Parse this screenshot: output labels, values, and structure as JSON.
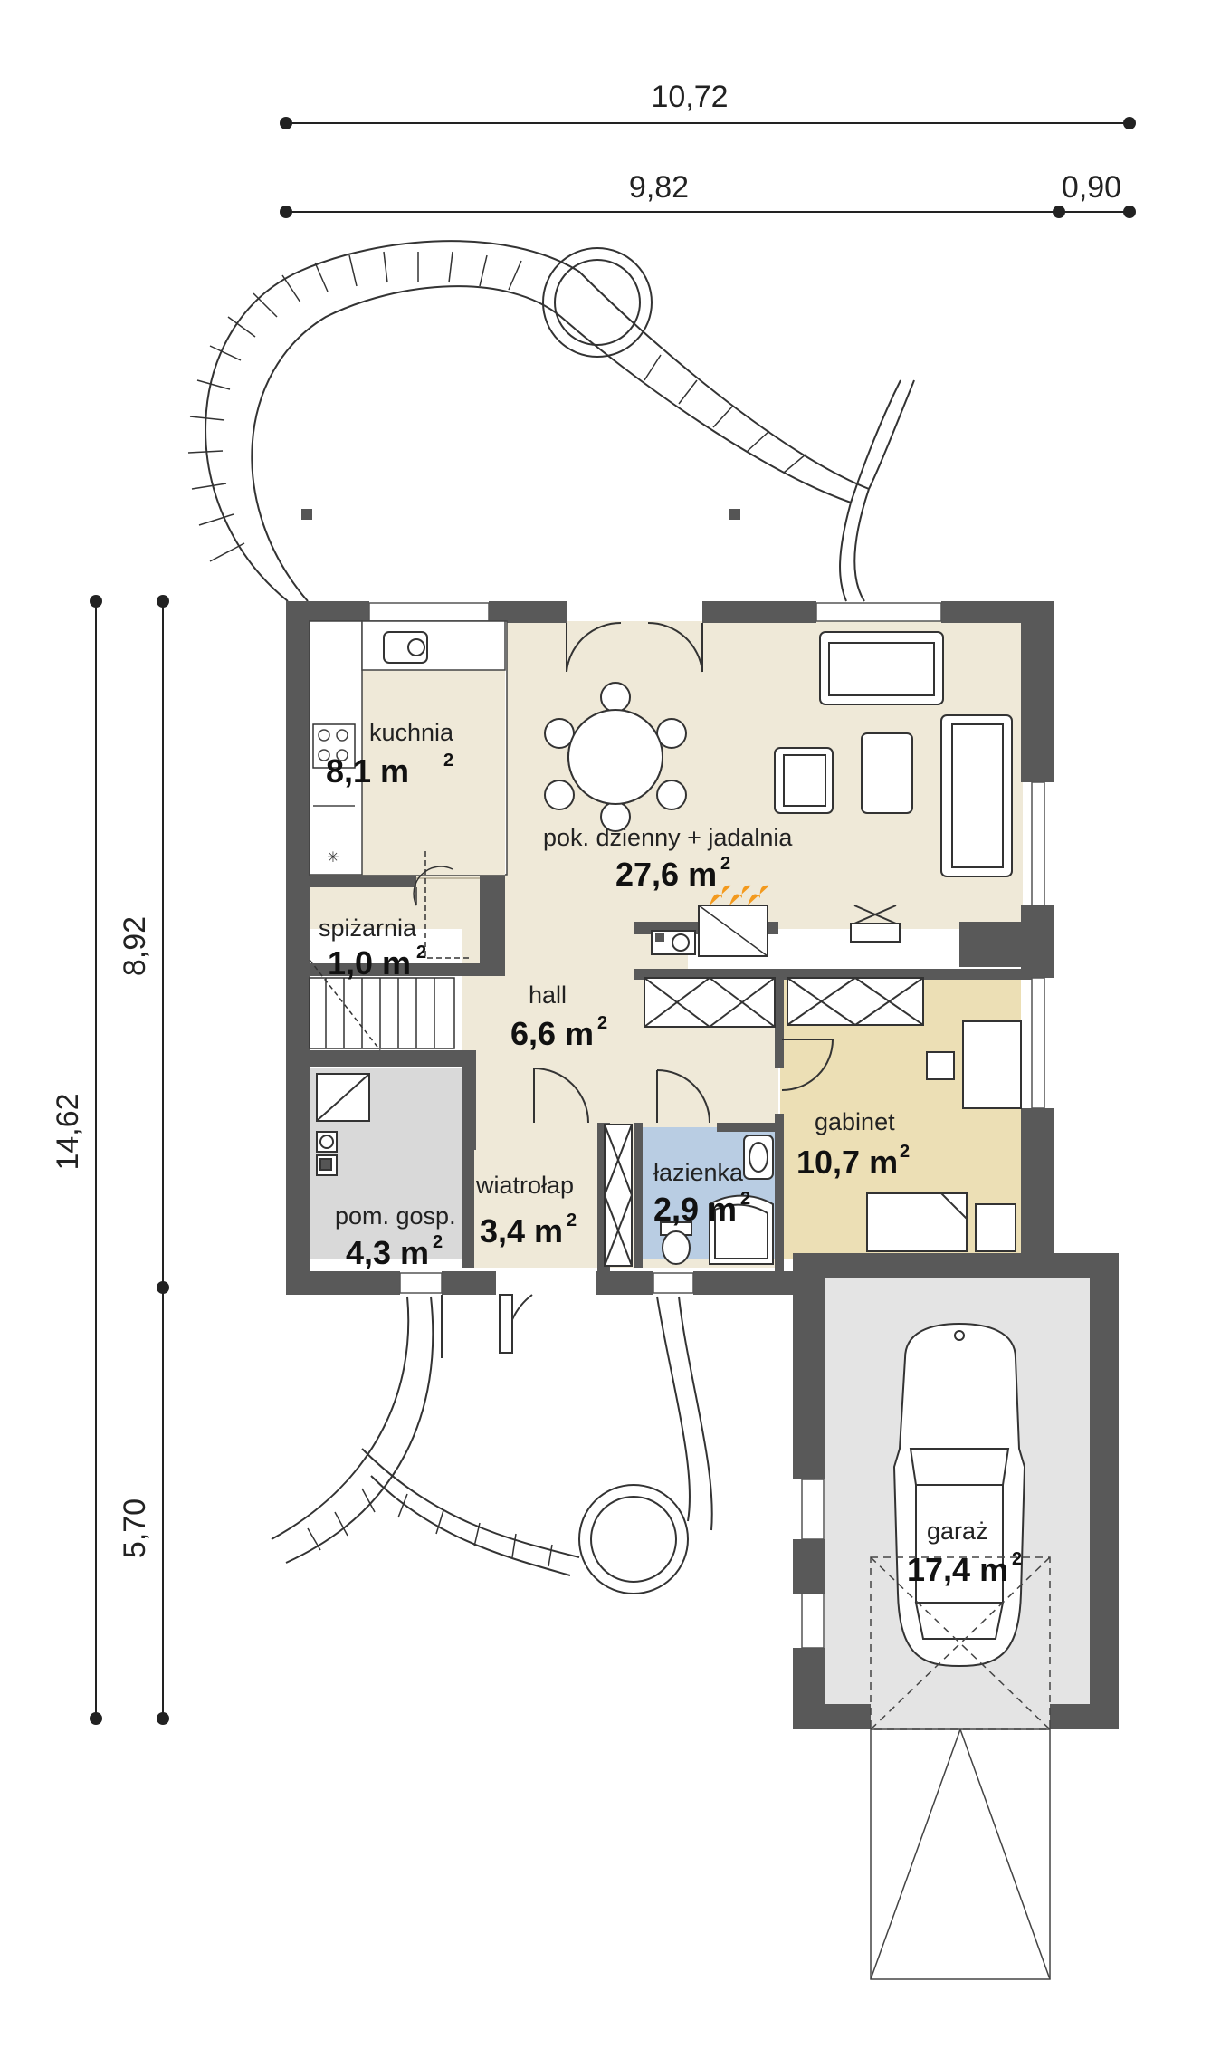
{
  "dimensions": {
    "top_total": "10,72",
    "top_main": "9,82",
    "top_side": "0,90",
    "left_total": "14,62",
    "left_upper": "8,92",
    "left_lower": "5,70"
  },
  "rooms": {
    "kitchen": {
      "name": "kuchnia",
      "area": "8,1 m",
      "sup": "2"
    },
    "living": {
      "name": "pok. dzienny + jadalnia",
      "area": "27,6 m",
      "sup": "2"
    },
    "pantry": {
      "name": "spiżarnia",
      "area": "1,0 m",
      "sup": "2"
    },
    "hall": {
      "name": "hall",
      "area": "6,6 m",
      "sup": "2"
    },
    "utility": {
      "name": "pom. gosp.",
      "area": "4,3 m",
      "sup": "2"
    },
    "vestibule": {
      "name": "wiatrołap",
      "area": "3,4 m",
      "sup": "2"
    },
    "bathroom": {
      "name": "łazienka",
      "area": "2,9 m",
      "sup": "2"
    },
    "office": {
      "name": "gabinet",
      "area": "10,7 m",
      "sup": "2"
    },
    "garage": {
      "name": "garaż",
      "area": "17,4 m",
      "sup": "2"
    }
  },
  "colors": {
    "wall": "#595959",
    "floor_main": "#efe9d8",
    "floor_office": "#ecdfb5",
    "floor_utility": "#d9d9d9",
    "floor_garage": "#e4e4e4",
    "tile_bath": "#b9cde3",
    "fire": "#f39a1e"
  }
}
